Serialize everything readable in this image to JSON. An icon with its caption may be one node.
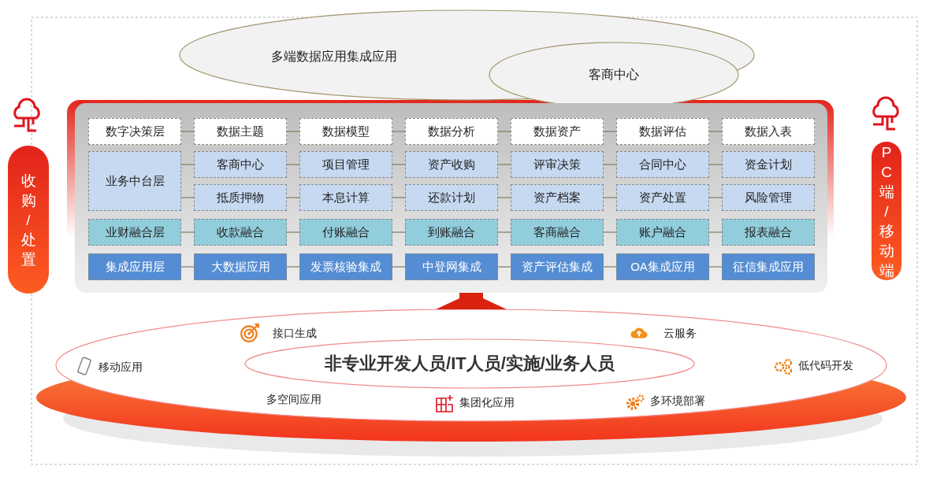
{
  "diagram": {
    "nodes": [
      {
        "text": [
          "多端数据应用集成应用"
        ]
      },
      {
        "text": [
          "客商中心"
        ]
      },
      {
        "text": [
          "收购/处置"
        ]
      },
      {
        "text": [
          "PC端/移动端"
        ]
      },
      {
        "text": [],
        "shape": "box"
      },
      {
        "text": [
          "数字决策层"
        ],
        "in": 4
      },
      {
        "text": [
          "数据主题"
        ],
        "in": 4
      },
      {
        "text": [
          "数据模型"
        ],
        "in": 4
      },
      {
        "text": [
          "数据分析"
        ],
        "in": 4
      },
      {
        "text": [
          "数据资产"
        ],
        "in": 4
      },
      {
        "text": [
          "数据评估"
        ],
        "in": 4
      },
      {
        "text": [
          "数据入表"
        ],
        "in": 4
      },
      {
        "text": [
          "业务中台层"
        ],
        "in": 4
      },
      {
        "text": [
          "客商中心"
        ],
        "in": 4
      },
      {
        "text": [
          "项目管理"
        ],
        "in": 4
      },
      {
        "text": [
          "资产收购"
        ],
        "in": 4
      },
      {
        "text": [
          "评审决策"
        ],
        "in": 4
      },
      {
        "text": [
          "合同中心"
        ],
        "in": 4
      },
      {
        "text": [
          "资金计划"
        ],
        "in": 4
      },
      {
        "text": [
          "抵质押物"
        ],
        "in": 4
      },
      {
        "text": [
          "本息计算"
        ],
        "in": 4
      },
      {
        "text": [
          "还款计划"
        ],
        "in": 4
      },
      {
        "text": [
          "资产档案"
        ],
        "in": 4
      },
      {
        "text": [
          "资产处置"
        ],
        "in": 4
      },
      {
        "text": [
          "风险管理"
        ],
        "in": 4
      },
      {
        "text": [
          "业财融合层"
        ],
        "in": 4
      },
      {
        "text": [
          "收款融合"
        ],
        "in": 4
      },
      {
        "text": [
          "付账融合"
        ],
        "in": 4
      },
      {
        "text": [
          "到账融合"
        ],
        "in": 4
      },
      {
        "text": [
          "客商融合"
        ],
        "in": 4
      },
      {
        "text": [
          "账户融合"
        ],
        "in": 4
      },
      {
        "text": [
          "报表融合"
        ],
        "in": 4
      },
      {
        "text": [
          "集成应用层"
        ],
        "in": 4
      },
      {
        "text": [
          "大数据应用"
        ],
        "in": 4
      },
      {
        "text": [
          "发票核验集成"
        ],
        "in": 4
      },
      {
        "text": [
          "中登网集成"
        ],
        "in": 4
      },
      {
        "text": [
          "资产评估集成"
        ],
        "in": 4
      },
      {
        "text": [
          "OA集成应用"
        ],
        "in": 4
      },
      {
        "text": [
          "征信集成应用"
        ],
        "in": 4
      },
      {
        "text": [
          "接口生成",
          "云服务",
          "移动应用",
          "低代码开发",
          "多空间应用",
          "集团化应用",
          "多环境部署"
        ]
      },
      {
        "text": [
          "非专业开发人员/IT人员/实施/业务人员"
        ],
        "in": 39
      }
    ],
    "edges": [
      {
        "from": 5,
        "to": 6,
        "arrow": "none"
      },
      {
        "from": 6,
        "to": 7,
        "arrow": "none"
      },
      {
        "from": 7,
        "to": 8,
        "arrow": "none"
      },
      {
        "from": 8,
        "to": 9,
        "arrow": "none"
      },
      {
        "from": 9,
        "to": 10,
        "arrow": "none"
      },
      {
        "from": 10,
        "to": 11,
        "arrow": "none"
      },
      {
        "from": 12,
        "to": 13,
        "arrow": "none"
      },
      {
        "from": 12,
        "to": 19,
        "arrow": "none"
      },
      {
        "from": 13,
        "to": 14,
        "arrow": "none"
      },
      {
        "from": 14,
        "to": 15,
        "arrow": "none"
      },
      {
        "from": 15,
        "to": 16,
        "arrow": "none"
      },
      {
        "from": 16,
        "to": 17,
        "arrow": "none"
      },
      {
        "from": 17,
        "to": 18,
        "arrow": "none"
      },
      {
        "from": 19,
        "to": 20,
        "arrow": "none"
      },
      {
        "from": 20,
        "to": 21,
        "arrow": "none"
      },
      {
        "from": 21,
        "to": 22,
        "arrow": "none"
      },
      {
        "from": 22,
        "to": 23,
        "arrow": "none"
      },
      {
        "from": 23,
        "to": 24,
        "arrow": "none"
      },
      {
        "from": 25,
        "to": 26,
        "arrow": "none"
      },
      {
        "from": 26,
        "to": 27,
        "arrow": "none"
      },
      {
        "from": 27,
        "to": 28,
        "arrow": "none"
      },
      {
        "from": 28,
        "to": 29,
        "arrow": "none"
      },
      {
        "from": 29,
        "to": 30,
        "arrow": "none"
      },
      {
        "from": 30,
        "to": 31,
        "arrow": "none"
      },
      {
        "from": 32,
        "to": 33,
        "arrow": "none"
      },
      {
        "from": 33,
        "to": 34,
        "arrow": "none"
      },
      {
        "from": 34,
        "to": 35,
        "arrow": "none"
      },
      {
        "from": 35,
        "to": 36,
        "arrow": "none"
      },
      {
        "from": 36,
        "to": 37,
        "arrow": "none"
      },
      {
        "from": 37,
        "to": 38,
        "arrow": "none"
      },
      {
        "from": 39,
        "to": 4,
        "arrow": "to",
        "style": "thick",
        "color": "#d9230f"
      }
    ]
  }
}
